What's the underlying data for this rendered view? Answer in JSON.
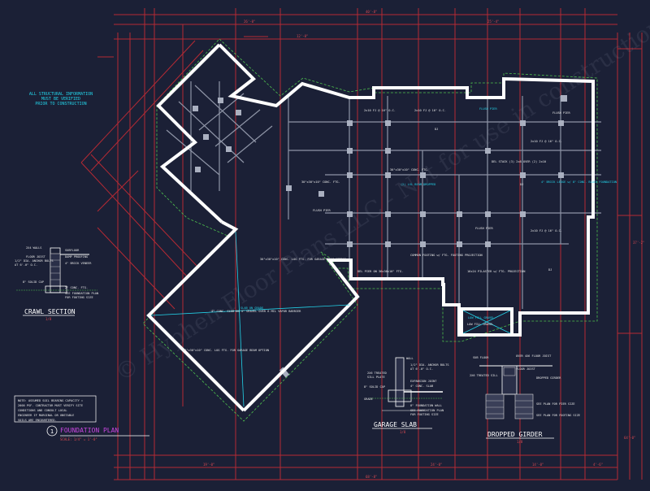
{
  "drawing": {
    "structural_note": [
      "ALL STRUCTURAL INFORMATION",
      "MUST BE VERIFIED",
      "PRIOR TO CONSTRUCTION"
    ],
    "main_title": "FOUNDATION PLAN",
    "main_scale": "SCALE: 1/4\" = 1'-0\"",
    "detail_number": "1",
    "soil_note": [
      "NOTE: ASSUMED SOIL BEARING CAPACITY =",
      "2000 PSF. CONTRACTOR MUST VERIFY SITE",
      "CONDITIONS AND CONSULT LOCAL",
      "ENGINEER IF MARGINAL OR UNSTABLE",
      "SOILS ARE ENCOUNTERED."
    ],
    "watermark": "© Hyphen Floor Plans LLC - Not for use in construction"
  },
  "crawl_section": {
    "title": "CRAWL SECTION",
    "scale": "1/8",
    "notes": [
      "2X4 WALLS",
      "SUBFLOOR",
      "FLOOR JOIST",
      "DAMP PROOFING",
      "1/2\" DIA. ANCHOR BOLTS",
      "AT 6'-0\" O.C.",
      "4\" BRICK VENEER",
      "8\" SOLID CAP",
      "2\" CONC. FTG.",
      "SEE FOUNDATION PLAN",
      "FOR FOOTING SIZE"
    ]
  },
  "garage_slab": {
    "title": "GARAGE SLAB",
    "scale": "1/8",
    "notes": [
      "WALL",
      "1/2\" DIA. ANCHOR BOLTS",
      "AT 6'-0\" O.C.",
      "2X6 TREATED",
      "SILL PLATE",
      "EXPANSION JOINT",
      "4\" CONC. SLAB",
      "8\" SOLID CAP",
      "GRADE",
      "8\" FOUNDATION WALL",
      "SEE FOUNDATION PLAN",
      "FOR FOOTING SIZE"
    ]
  },
  "dropped_girder": {
    "title": "DROPPED GIRDER",
    "scale": "1/8",
    "notes": [
      "SUB FLOOR",
      "OVER 4X6 FLOOR JOIST",
      "2X6 TREATED SILL",
      "FLOOR JOIST",
      "DROPPED GIRDER",
      "SEE PLAN FOR PIER SIZE",
      "SEE PLAN FOR FOOTING SIZE"
    ]
  },
  "plan_labels": [
    "2x10 FJ @ 16\" O.C.",
    "2x10 FJ @ 16\" O.C.",
    "2x10 FJ @ 16\" O.C.",
    "2x10 FJ @ 16\" O.C.",
    "DJ",
    "DJ",
    "DJ",
    "FLUSH PIER",
    "FLUSH PIER",
    "FLUSH PIER",
    "30\"x30\"x10\" CONC. FTG.",
    "30\"x30\"x10\" CONC. FTG.",
    "DEL STACK (3) 2x8 OVER (2) 2x10",
    "16x24 PILASTER w/ FTG. PROJECTION",
    "COMMON FOOTING w/ FTG. FOOTING PROJECTION",
    "DEL PIER ON 36x36x10\" FTG.",
    "30\"x30\"x10\" CONC. LOG FTG. FOR GARAGE BEAM OPTION",
    "30\"x30\"x10\" CONC. LOG FTG. FOR GARAGE BEAM OPTION",
    "4\" CONC. SLAB ON 4\" GRAVEL OVER 6 MIL VAPOR BARRIER",
    "LOW FILL GRAVEL"
  ],
  "cyan_labels": [
    "FLUSH PIER",
    "(2) LVL BEAM DROPPED",
    "4\" BRICK LEDGE w/ 8\" CONC. BLOCK FOUNDATION",
    "SLAB ON GRADE",
    "LOW FILL GRAVEL"
  ],
  "dimensions": [
    "40'-8\"",
    "26'-0\"",
    "25'-4\"",
    "12'-0\"",
    "68'-8\"",
    "19'-0\"",
    "24'-0\"",
    "14'-0\"",
    "4'-6\"",
    "37'-2\"",
    "64'-0\""
  ]
}
